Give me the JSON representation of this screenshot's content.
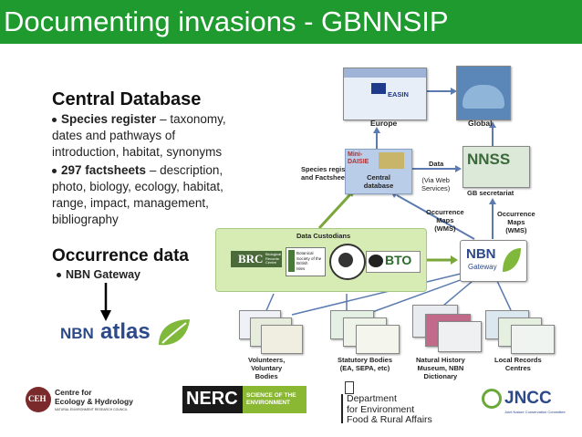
{
  "title": "Documenting invasions - GBNNSIP",
  "left": {
    "central_heading": "Central Database",
    "bullet1_bold": "Species register",
    "bullet1_lines": [
      " – taxonomy,",
      "dates and pathways of",
      "introduction, habitat, synonyms"
    ],
    "bullet2_bold": "297 factsheets",
    "bullet2_lines": [
      " – description,",
      "photo, biology, ecology, habitat,",
      "range, impact, management,",
      "bibliography"
    ],
    "occurrence_heading": "Occurrence data",
    "nbn_gateway": "NBN Gateway",
    "nbn_atlas_logo": {
      "nbn": "NBN",
      "atlas": "atlas"
    }
  },
  "diagram": {
    "europe": "Europe",
    "global": "Global",
    "easin": "EASIN",
    "species_register_label": [
      "Species register",
      "and Factsheets"
    ],
    "mini_daisie": [
      "Mini-",
      "DAISIE"
    ],
    "central_db": [
      "Central",
      "database"
    ],
    "data_label": "Data",
    "via_web": [
      "(Via Web",
      "Services)"
    ],
    "nnss": "NNSS",
    "gb_secretariat": "GB secretariat",
    "occ_maps_left": [
      "Occurrence",
      "Maps",
      "(WMS)"
    ],
    "occ_maps_right": [
      "Occurrence",
      "Maps",
      "(WMS)"
    ],
    "data_custodians": "Data Custodians",
    "brc": "BRC",
    "brc_sub": [
      "Biological",
      "Records",
      "Centre"
    ],
    "bsbi": [
      "Botanical",
      "Society of the",
      "British",
      "Isles"
    ],
    "bto": "BTO",
    "nbn": "NBN",
    "gateway": "Gateway",
    "sources": [
      {
        "lines": [
          "Volunteers,",
          "Voluntary",
          "Bodies"
        ]
      },
      {
        "lines": [
          "Statutory Bodies",
          "(EA, SEPA, etc)"
        ]
      },
      {
        "lines": [
          "Natural History",
          "Museum, NBN",
          "Dictionary"
        ]
      },
      {
        "lines": [
          "Local Records",
          "Centres"
        ]
      }
    ]
  },
  "footer": {
    "ceh_abbr": "CEH",
    "ceh_lines": [
      "Centre for",
      "Ecology & Hydrology"
    ],
    "ceh_sub": "NATURAL ENVIRONMENT RESEARCH COUNCIL",
    "nerc": "NERC",
    "nerc_sub": [
      "SCIENCE OF THE",
      "ENVIRONMENT"
    ],
    "defra": [
      "Department",
      "for Environment",
      "Food & Rural Affairs"
    ],
    "jncc": "JNCC",
    "jncc_sub": "Joint Nature Conservation Committee"
  },
  "colors": {
    "title_bg": "#1e9a2e",
    "arrow_green": "#7aa63a",
    "arrow_blue": "#5b7bb0",
    "custodian_bg": "#d7ecb4"
  }
}
